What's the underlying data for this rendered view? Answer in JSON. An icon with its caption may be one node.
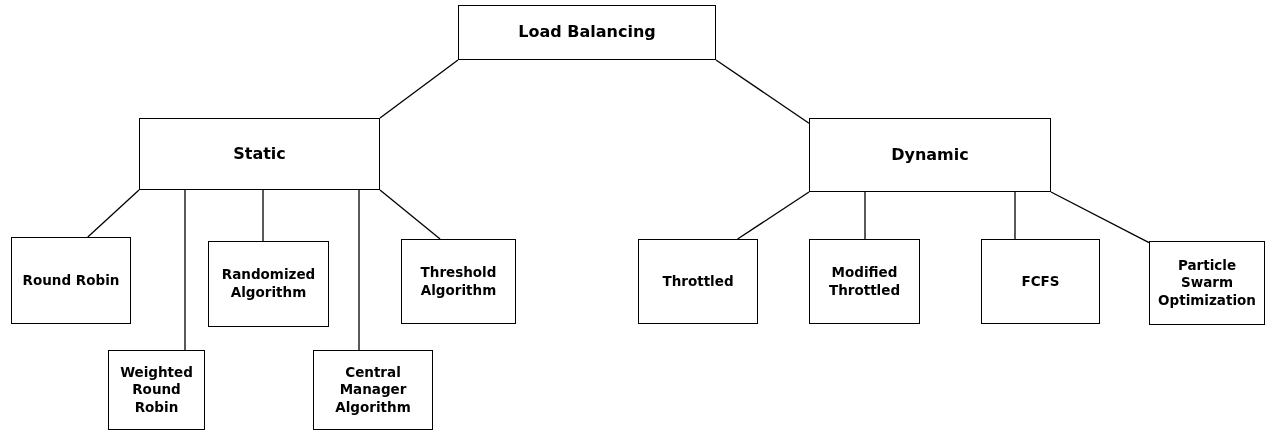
{
  "diagram": {
    "nodes": [
      {
        "text": [
          "Load Balancing"
        ]
      },
      {
        "text": [
          "Static"
        ]
      },
      {
        "text": [
          "Dynamic"
        ]
      },
      {
        "text": [
          "Round Robin"
        ]
      },
      {
        "text": [
          "Weighted Round Robin"
        ]
      },
      {
        "text": [
          "Randomized Algorithm"
        ]
      },
      {
        "text": [
          "Central Manager Algorithm"
        ]
      },
      {
        "text": [
          "Threshold Algorithm"
        ]
      },
      {
        "text": [
          "Throttled"
        ]
      },
      {
        "text": [
          "Modified Throttled"
        ]
      },
      {
        "text": [
          "FCFS"
        ]
      },
      {
        "text": [
          "Particle Swarm Optimization"
        ]
      }
    ],
    "edges": [
      {
        "from": 0,
        "to": 1,
        "arrow": "none"
      },
      {
        "from": 0,
        "to": 2,
        "arrow": "none"
      },
      {
        "from": 1,
        "to": 3,
        "arrow": "none"
      },
      {
        "from": 1,
        "to": 4,
        "arrow": "none"
      },
      {
        "from": 1,
        "to": 5,
        "arrow": "none"
      },
      {
        "from": 1,
        "to": 6,
        "arrow": "none"
      },
      {
        "from": 1,
        "to": 7,
        "arrow": "none"
      },
      {
        "from": 2,
        "to": 8,
        "arrow": "none"
      },
      {
        "from": 2,
        "to": 9,
        "arrow": "none"
      },
      {
        "from": 2,
        "to": 10,
        "arrow": "none"
      },
      {
        "from": 2,
        "to": 11,
        "arrow": "none"
      }
    ]
  }
}
